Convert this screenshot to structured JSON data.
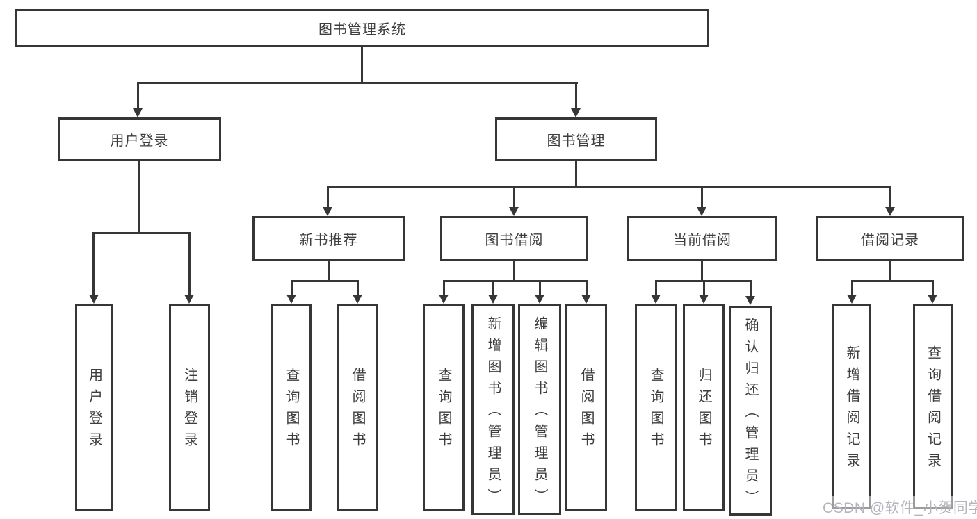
{
  "tree": {
    "root": {
      "label": "图书管理系统",
      "children": [
        {
          "label": "用户登录",
          "children": [
            {
              "label": "用户登录"
            },
            {
              "label": "注销登录"
            }
          ]
        },
        {
          "label": "图书管理",
          "children": [
            {
              "label": "新书推荐",
              "children": [
                {
                  "label": "查询图书"
                },
                {
                  "label": "借阅图书"
                }
              ]
            },
            {
              "label": "图书借阅",
              "children": [
                {
                  "label": "查询图书"
                },
                {
                  "label": "新增图书（管理员）"
                },
                {
                  "label": "编辑图书（管理员）"
                },
                {
                  "label": "借阅图书"
                }
              ]
            },
            {
              "label": "当前借阅",
              "children": [
                {
                  "label": "查询图书"
                },
                {
                  "label": "归还图书"
                },
                {
                  "label": "确认归还（管理员）"
                }
              ]
            },
            {
              "label": "借阅记录",
              "children": [
                {
                  "label": "新增借阅记录"
                },
                {
                  "label": "查询借阅记录"
                }
              ]
            }
          ]
        }
      ]
    }
  },
  "watermark": {
    "text": "CSDN @软件_小贺同学"
  },
  "colors": {
    "line": "#363636",
    "text": "#3d3d3d",
    "background": "#ffffff",
    "watermark": "#b4b4bc"
  }
}
